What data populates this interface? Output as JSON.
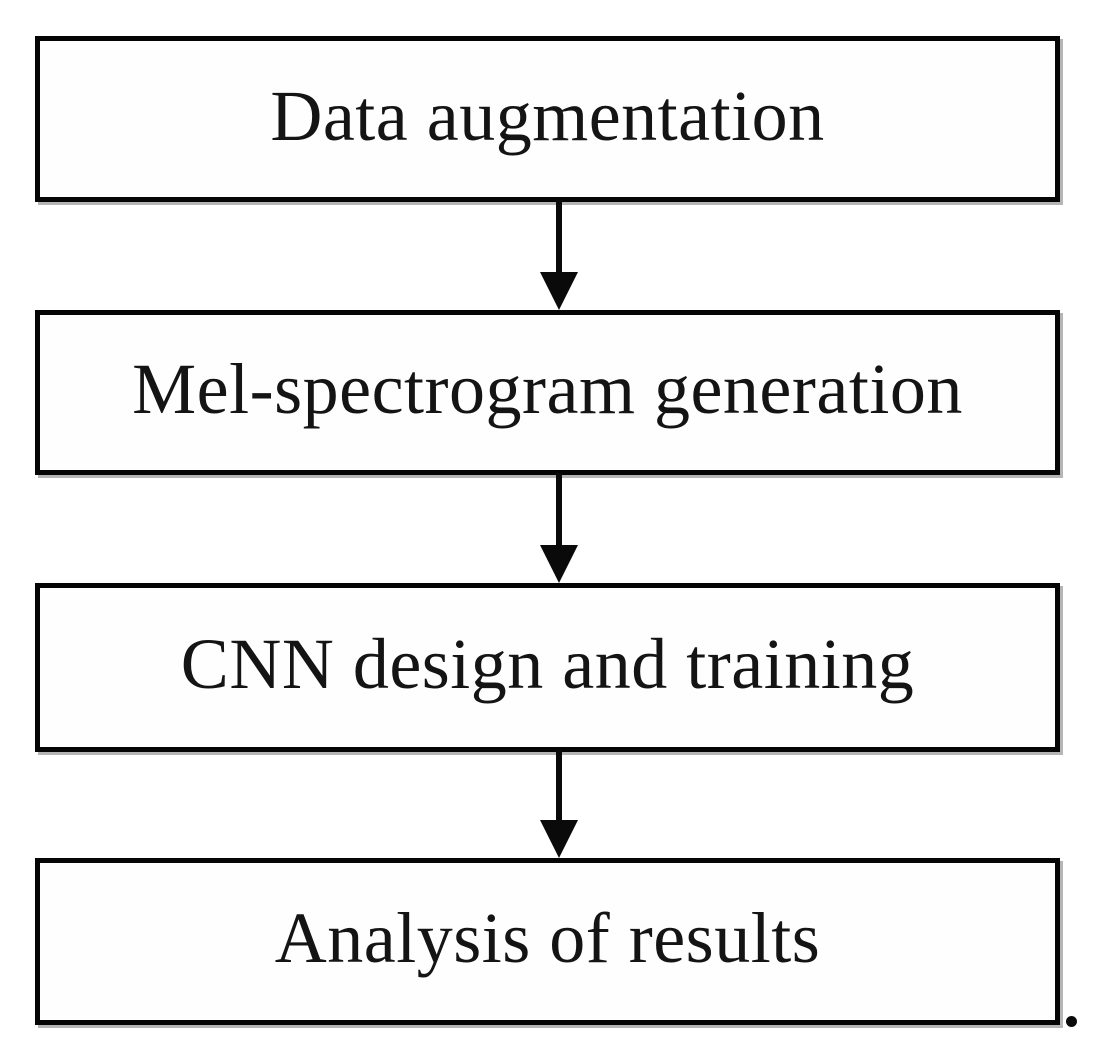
{
  "diagram": {
    "type": "flowchart",
    "direction": "top-down",
    "steps": [
      {
        "id": 1,
        "label": "Data augmentation"
      },
      {
        "id": 2,
        "label": "Mel-spectrogram generation"
      },
      {
        "id": 3,
        "label": "CNN design and training"
      },
      {
        "id": 4,
        "label": "Analysis of results"
      }
    ],
    "connections": [
      {
        "from": "Data augmentation",
        "to": "Mel-spectrogram generation",
        "style": "down-arrow"
      },
      {
        "from": "Mel-spectrogram generation",
        "to": "CNN design and training",
        "style": "down-arrow"
      },
      {
        "from": "CNN design and training",
        "to": "Analysis of results",
        "style": "down-arrow"
      }
    ],
    "trailing_period": ".",
    "colors": {
      "background": "#ffffff",
      "box_fill": "#fefefe",
      "box_border": "#050505",
      "text": "#141414",
      "arrow": "#0a0a0a"
    }
  }
}
